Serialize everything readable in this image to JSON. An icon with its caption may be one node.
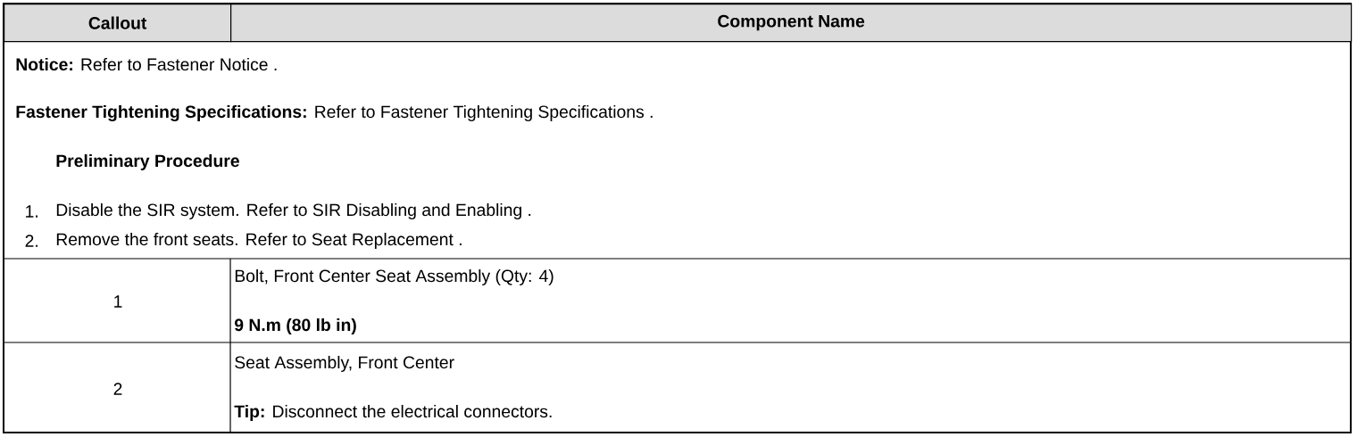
{
  "diagram": {
    "labels": [
      "Callout",
      "Component Name",
      "**Notice:** Refer to Fastener Notice .",
      "**Fastener Tightening Specifications:** Refer to Fastener Tightening Specifications .",
      "Preliminary Procedure",
      "1.",
      "Disable the SIR system. Refer to SIR Disabling and Enabling .",
      "2.",
      "Remove the front seats. Refer to Seat Replacement .",
      "1",
      "Bolt, Front Center Seat Assembly (Qty: 4)",
      "9 N.m (80 lb in)",
      "2",
      "Seat Assembly, Front Center",
      "**Tip:** Disconnect the electrical connectors."
    ]
  }
}
